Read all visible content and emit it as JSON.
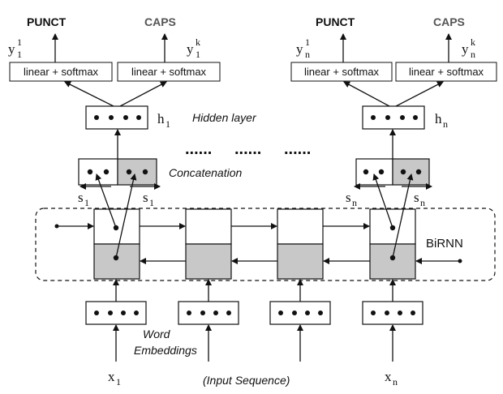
{
  "labels": {
    "punct": "PUNCT",
    "caps": "CAPS",
    "linear_softmax": "linear + softmax",
    "hidden_layer": "Hidden layer",
    "concatenation": "Concatenation",
    "birnn": "BiRNN",
    "word": "Word",
    "embeddings": "Embeddings",
    "input_sequence": "(Input Sequence)",
    "ellipsis": "......",
    "y_main": "y",
    "s_main": "s",
    "h_main": "h",
    "x_main": "x",
    "sub_1": "1",
    "sub_n": "n",
    "sup_1": "1",
    "sup_k": "k"
  },
  "colors": {
    "caps_text": "#555555",
    "shaded": "#c8c8c8",
    "stroke": "#111111"
  }
}
